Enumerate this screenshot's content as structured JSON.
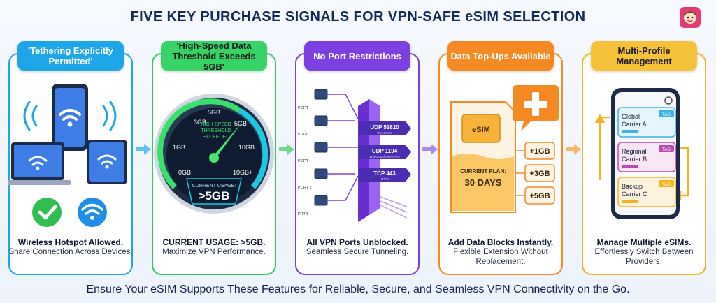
{
  "title": "FIVE KEY PURCHASE SIGNALS FOR VPN-SAFE eSIM SELECTION",
  "footer": "Ensure Your eSIM Supports These Features for Reliable, Secure, and Seamless VPN Connectivity on the Go.",
  "colors": {
    "panel1": "#1ea7e8",
    "panel2": "#2fcc5b",
    "panel3": "#7c3fe0",
    "panel4": "#f58a22",
    "panel5": "#f2b522"
  },
  "panel1": {
    "header": "'Tethering Explicitly Permitted'",
    "caption_bold": "Wireless Hotspot Allowed.",
    "caption": "Share Connection Across Devices."
  },
  "panel2": {
    "header": "'High-Speed Data Threshold Exceeds 5GB'",
    "gauge": {
      "ticks": [
        "0GB",
        "1GB",
        "3GB",
        "5GB",
        "5GB",
        "10GB",
        "10GB+"
      ],
      "center_label": [
        "HIGH-SPEED",
        "THRESHOLD",
        "EXCEEDED"
      ],
      "usage_label": "CURRENT USAGE:",
      "usage_value": ">5GB"
    },
    "caption_bold": "CURRENT USAGE: >5GB.",
    "caption": "Maximize VPN Performance."
  },
  "panel3": {
    "header": "No Port Restrictions",
    "port_labels": [
      "PORT",
      "51820",
      "PORT",
      "PORT 2",
      "PRT 5"
    ],
    "ports": [
      {
        "name": "UDP 51820",
        "sub": "WireGuard"
      },
      {
        "name": "UDP 1194",
        "sub": "WireGuard/OpenVPN"
      },
      {
        "name": "TCP 443",
        "sub": "HTTPS"
      }
    ],
    "caption_bold": "All VPN Ports Unblocked.",
    "caption": "Seamless Secure Tunneling."
  },
  "panel4": {
    "header": "Data Top-Ups Available",
    "sim_label": "eSIM",
    "plan_label": "CURRENT PLAN:",
    "plan_value": "30 DAYS",
    "topups": [
      "+1GB",
      "+3GB",
      "+5GB"
    ],
    "caption_bold": "Add Data Blocks Instantly.",
    "caption": "Flexible Extension Without Replacement."
  },
  "panel5": {
    "header": "Multi-Profile Management",
    "profiles": [
      {
        "line1": "Global",
        "line2": "Carrier A",
        "tag": "TAG",
        "color": "#3ab4e6"
      },
      {
        "line1": "Regional",
        "line2": "Carrier B",
        "tag": "TAG",
        "color": "#c04bb0"
      },
      {
        "line1": "Backup",
        "line2": "Carrier C",
        "tag": "TAG",
        "color": "#f2b522"
      }
    ],
    "caption_bold": "Manage Multiple eSIMs.",
    "caption": "Effortlessly Switch Between Providers."
  }
}
